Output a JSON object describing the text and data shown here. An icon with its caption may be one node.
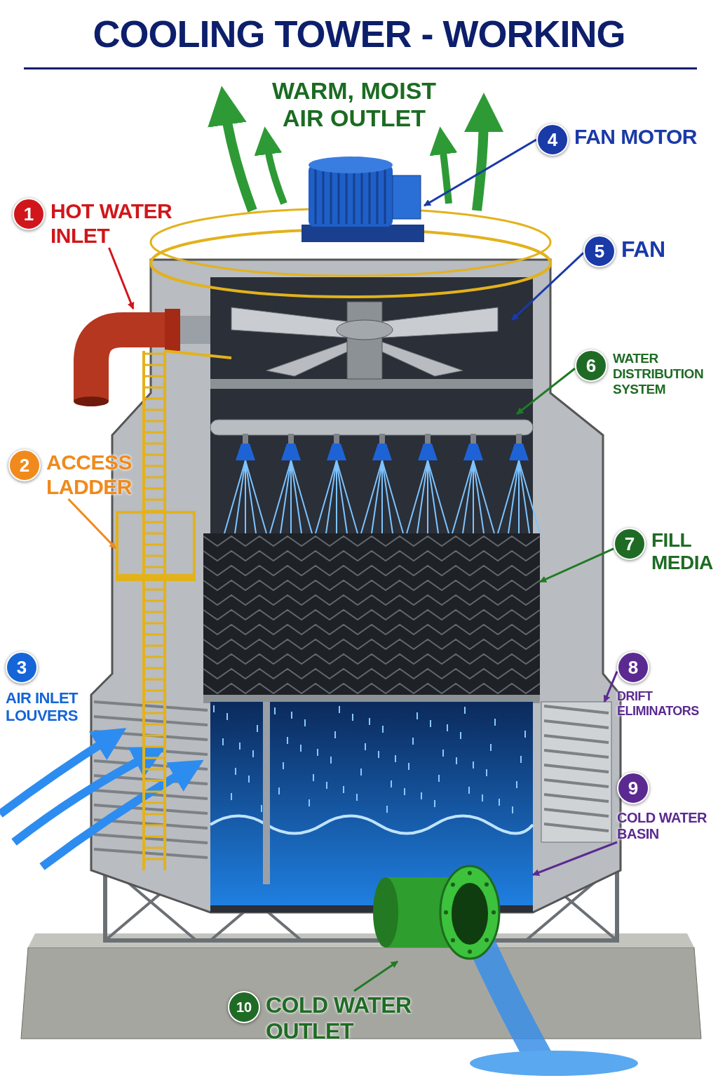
{
  "diagram": {
    "title": "COOLING TOWER - WORKING",
    "nodes": [
      {
        "text": [
          "1",
          "HOT WATER INLET"
        ]
      },
      {
        "text": [
          "2",
          "ACCESS LADDER"
        ]
      },
      {
        "text": [
          "3",
          "AIR INLET LOUVERS"
        ]
      },
      {
        "text": [
          "4",
          "FAN MOTOR"
        ]
      },
      {
        "text": [
          "5",
          "FAN"
        ]
      },
      {
        "text": [
          "6",
          "WATER DISTRIBUTION SYSTEM"
        ]
      },
      {
        "text": [
          "7",
          "FILL MEDIA"
        ]
      },
      {
        "text": [
          "8",
          "DRIFT ELIMINATORS"
        ]
      },
      {
        "text": [
          "9",
          "COLD WATER BASIN"
        ]
      },
      {
        "text": [
          "10",
          "COLD WATER OUTLET"
        ]
      },
      {
        "text": [],
        "shape": "picture"
      },
      {
        "text": [],
        "shape": "picture"
      },
      {
        "text": [],
        "shape": "picture"
      },
      {
        "text": [],
        "shape": "picture"
      },
      {
        "text": [],
        "shape": "picture"
      },
      {
        "text": [],
        "shape": "picture"
      },
      {
        "text": [],
        "shape": "picture"
      },
      {
        "text": [],
        "shape": "picture"
      },
      {
        "text": [],
        "shape": "picture"
      }
    ],
    "edges": [
      {
        "from": 0,
        "to": 10,
        "arrow": "to",
        "color": "#d0161b"
      },
      {
        "from": 1,
        "to": 11,
        "arrow": "to",
        "color": "#f08a1c"
      },
      {
        "from": 3,
        "to": 12,
        "arrow": "to",
        "color": "#1a3aa8"
      },
      {
        "from": 4,
        "to": 13,
        "arrow": "to",
        "color": "#1a3aa8"
      },
      {
        "from": 5,
        "to": 14,
        "arrow": "to",
        "color": "#1f7a26"
      },
      {
        "from": 6,
        "to": 15,
        "arrow": "to",
        "color": "#1f7a26"
      },
      {
        "from": 7,
        "to": 16,
        "arrow": "to",
        "color": "#5b2a91"
      },
      {
        "from": 8,
        "to": 17,
        "arrow": "to",
        "color": "#5b2a91"
      },
      {
        "from": 9,
        "to": 18,
        "arrow": "to",
        "color": "#1f7a26"
      }
    ],
    "labels": [
      "WARM, MOIST AIR OUTLET"
    ]
  }
}
